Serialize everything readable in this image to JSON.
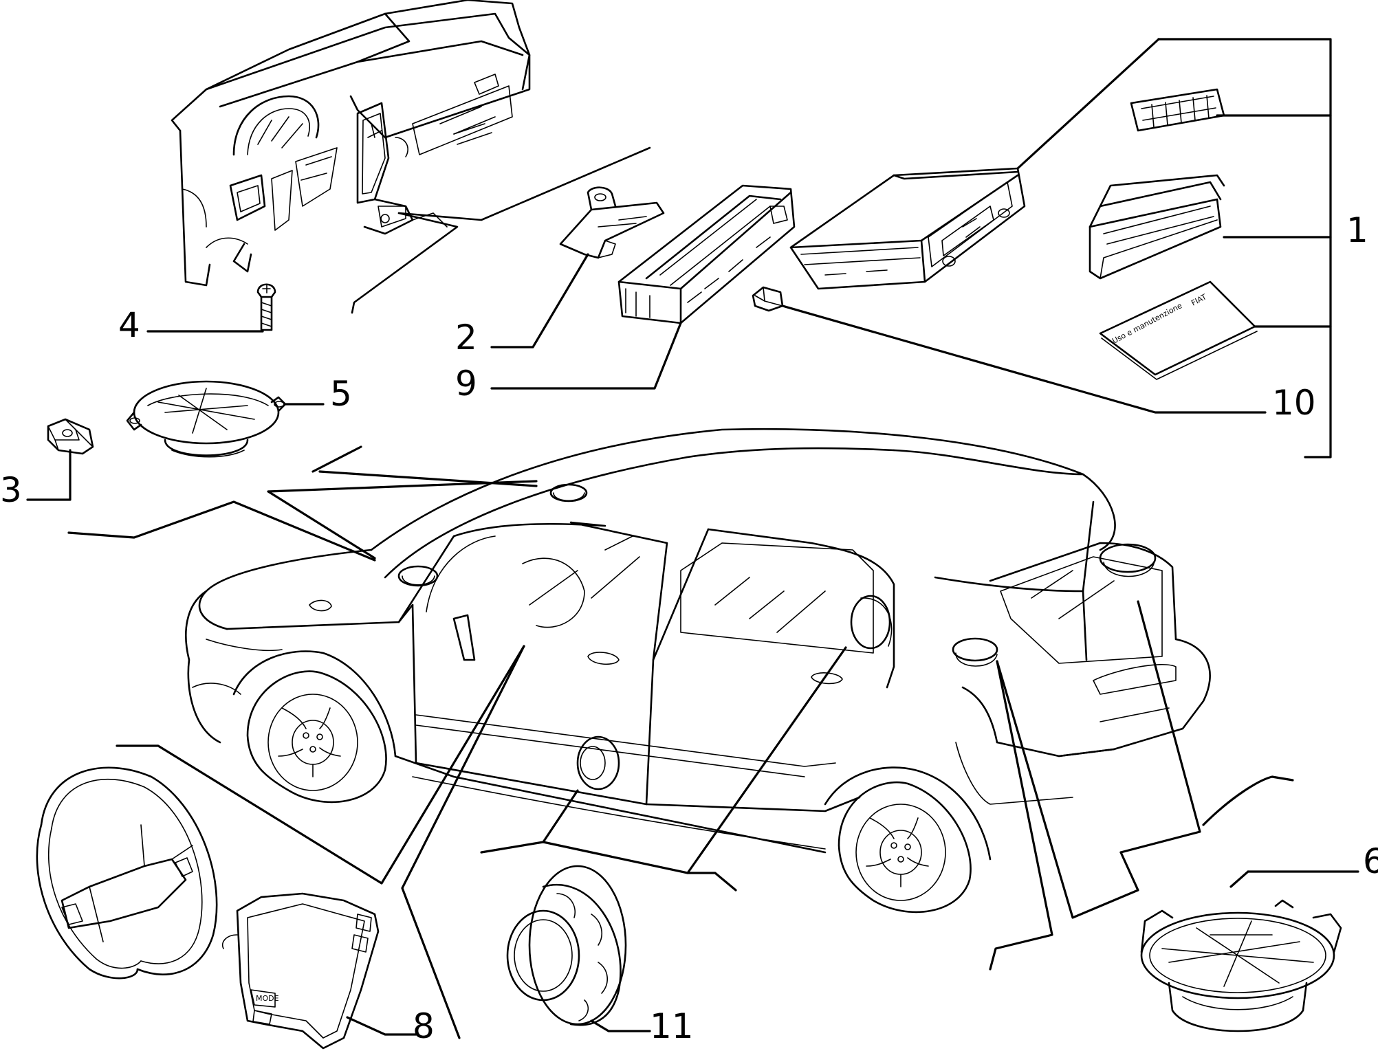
{
  "diagram": {
    "callouts": [
      "1",
      "2",
      "3",
      "4",
      "5",
      "6",
      "8",
      "9",
      "10",
      "11"
    ],
    "booklet_text": "Uso e manutenzione",
    "booklet_brand": "FIAT",
    "airbag_button_text": "MODE"
  }
}
